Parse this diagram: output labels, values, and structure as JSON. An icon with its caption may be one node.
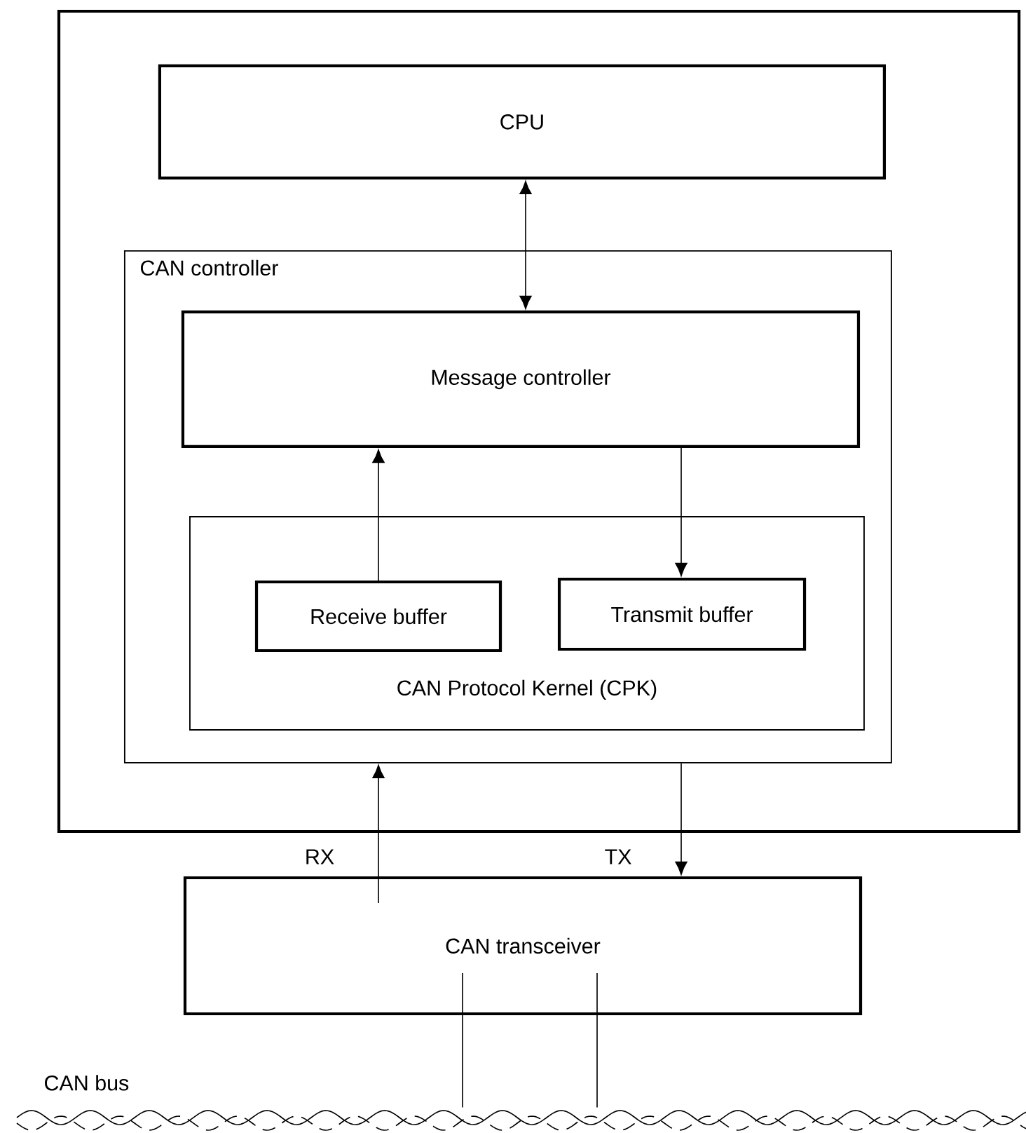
{
  "diagram": {
    "nodes": [
      {
        "text": [],
        "shape": "box"
      },
      {
        "text": [
          "CPU"
        ],
        "in": 0
      },
      {
        "text": [
          "CAN controller"
        ],
        "in": 0
      },
      {
        "text": [
          "Message controller"
        ],
        "in": 2
      },
      {
        "text": [
          "CAN Protocol Kernel (CPK)"
        ],
        "in": 2
      },
      {
        "text": [
          "Receive buffer"
        ],
        "in": 4
      },
      {
        "text": [
          "Transmit buffer"
        ],
        "in": 4
      },
      {
        "text": [
          "CAN transceiver"
        ]
      },
      {
        "text": [],
        "shape": "picture",
        "beside": [
          "CAN bus"
        ]
      }
    ],
    "edges": [
      {
        "from": 1,
        "to": 3,
        "arrow": "both"
      },
      {
        "from": 5,
        "to": 3,
        "arrow": "to"
      },
      {
        "from": 3,
        "to": 6,
        "arrow": "to"
      },
      {
        "from": 7,
        "to": 2,
        "arrow": "to",
        "label": "RX"
      },
      {
        "from": 2,
        "to": 7,
        "arrow": "to",
        "label": "TX"
      },
      {
        "from": 7,
        "to": 8,
        "arrow": "none"
      },
      {
        "from": 7,
        "to": 8,
        "arrow": "none"
      }
    ]
  }
}
